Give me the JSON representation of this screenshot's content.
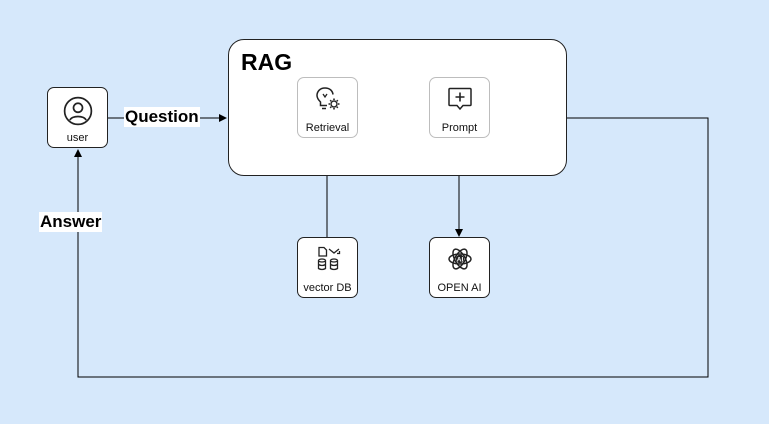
{
  "diagram": {
    "group": {
      "title": "RAG"
    },
    "nodes": {
      "user": {
        "label": "user",
        "icon": "user-icon"
      },
      "retrieval": {
        "label": "Retrieval",
        "icon": "lightbulb-gear-icon"
      },
      "prompt": {
        "label": "Prompt",
        "icon": "add-comment-icon"
      },
      "vectordb": {
        "label": "vector DB",
        "icon": "database-files-icon"
      },
      "openai": {
        "label": "OPEN AI",
        "icon": "openai-logo-icon"
      }
    },
    "edges": {
      "question": "Question",
      "answer": "Answer"
    }
  }
}
